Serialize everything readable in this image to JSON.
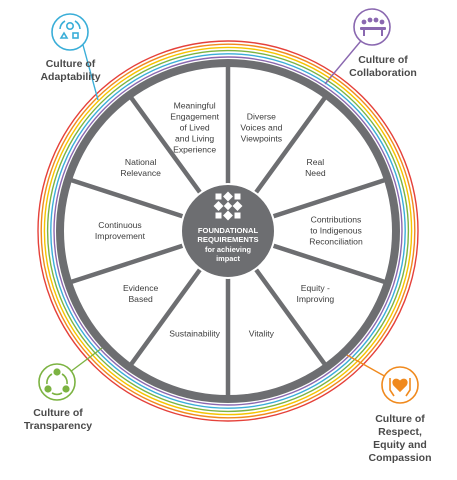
{
  "center": {
    "title": "FOUNDATIONAL\nREQUIREMENTS",
    "subtitle": "for achieving\nimpact",
    "icon": "quilt-logo-icon"
  },
  "segments": [
    {
      "label": "Diverse\nVoices and\nViewpoints"
    },
    {
      "label": "Real\nNeed"
    },
    {
      "label": "Contributions\nto Indigenous\nReconciliation"
    },
    {
      "label": "Equity -\nImproving"
    },
    {
      "label": "Vitality"
    },
    {
      "label": "Sustainability"
    },
    {
      "label": "Evidence\nBased"
    },
    {
      "label": "Continuous\nImprovement"
    },
    {
      "label": "National\nRelevance"
    },
    {
      "label": "Meaningful\nEngagement\nof Lived\nand Living\nExperience"
    }
  ],
  "cultures": [
    {
      "label": "Culture of\nAdaptability",
      "icon": "shapes-cycle-icon",
      "color": "#3aaed8"
    },
    {
      "label": "Culture of\nCollaboration",
      "icon": "people-table-icon",
      "color": "#8a68b0"
    },
    {
      "label": "Culture of\nTransparency",
      "icon": "connected-people-icon",
      "color": "#7cb342"
    },
    {
      "label": "Culture of\nRespect,\nEquity and\nCompassion",
      "icon": "hands-heart-icon",
      "color": "#f08a1e"
    }
  ],
  "colors": {
    "wheel": "#6d6e71",
    "ring_colors": [
      "#8a68b0",
      "#3aaed8",
      "#7cb342",
      "#f5c400",
      "#f08a1e",
      "#e5413a"
    ]
  }
}
